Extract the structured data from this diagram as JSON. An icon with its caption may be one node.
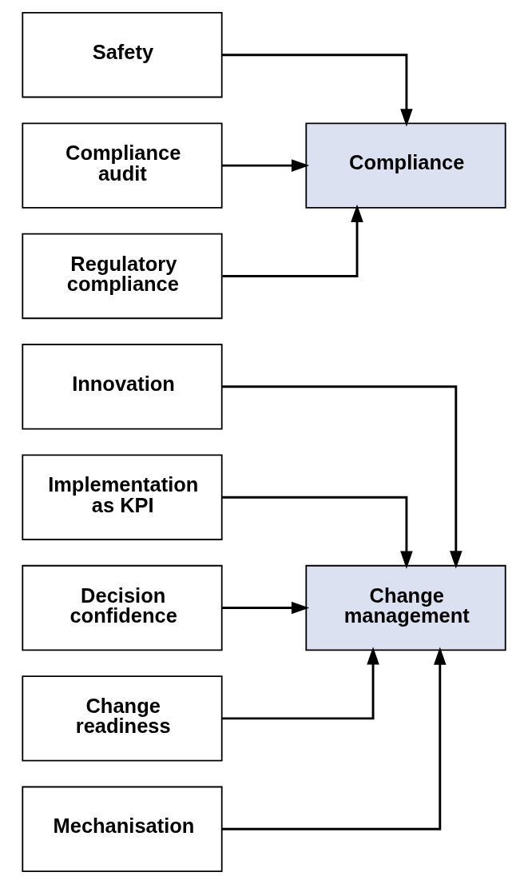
{
  "diagram": {
    "nodes": [
      {
        "text": [
          "Innovation"
        ]
      },
      {
        "text": [
          "Implementation as KPI"
        ]
      },
      {
        "text": [
          "Decision confidence"
        ]
      },
      {
        "text": [
          "Change readiness"
        ]
      },
      {
        "text": [
          "Mechanisation"
        ]
      },
      {
        "text": [
          "Change management"
        ]
      },
      {
        "text": [
          "Safety"
        ]
      },
      {
        "text": [
          "Compliance audit"
        ]
      },
      {
        "text": [
          "Regulatory compliance"
        ]
      },
      {
        "text": [
          "Compliance"
        ]
      }
    ],
    "edges": [
      {
        "from": 0,
        "to": 5,
        "arrow": "to"
      },
      {
        "from": 1,
        "to": 5,
        "arrow": "to"
      },
      {
        "from": 2,
        "to": 5,
        "arrow": "to"
      },
      {
        "from": 3,
        "to": 5,
        "arrow": "to"
      },
      {
        "from": 4,
        "to": 5,
        "arrow": "to"
      },
      {
        "from": 6,
        "to": 9,
        "arrow": "to"
      },
      {
        "from": 7,
        "to": 9,
        "arrow": "to"
      },
      {
        "from": 8,
        "to": 9,
        "arrow": "to"
      }
    ]
  }
}
